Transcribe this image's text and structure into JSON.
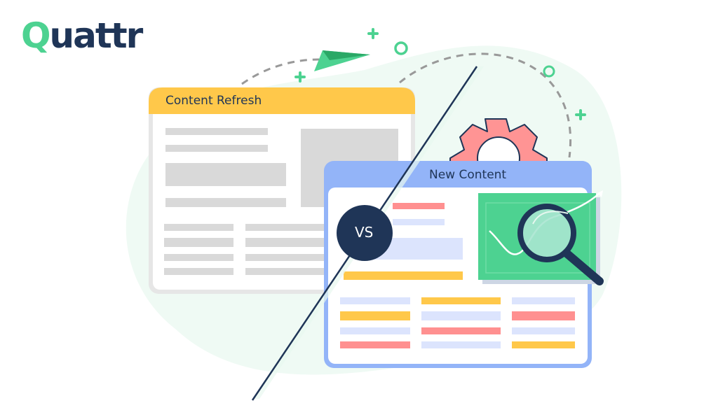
{
  "brand": {
    "name": "Quattr",
    "name_first_letter": "Q",
    "name_rest": "uattr",
    "primary_color": "#1f3557",
    "accent_color": "#4dd291"
  },
  "left_card": {
    "title": "Content Refresh",
    "header_color": "#ffc84a",
    "placeholder_color": "#d9d9d9"
  },
  "right_card": {
    "title": "New Content",
    "header_color": "#93b4f8",
    "chart_color": "#4dd291"
  },
  "divider": {
    "label": "VS",
    "circle_color": "#1f3557"
  },
  "colors": {
    "red": "#ff9090",
    "yellow": "#ffc84a",
    "lavender": "#dce4fd",
    "gear": "#ff9494",
    "bg_blob": "#effaf4"
  }
}
